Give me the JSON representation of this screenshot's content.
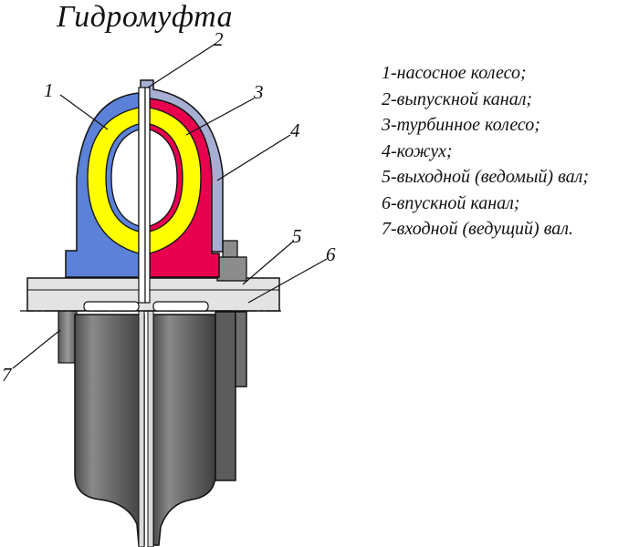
{
  "title": "Гидромуфта",
  "callouts": [
    "1",
    "2",
    "3",
    "4",
    "5",
    "6",
    "7"
  ],
  "legend": [
    "1-насосное колесо;",
    "2-выпускной канал;",
    "3-турбинное колесо;",
    "4-кожух;",
    "5-выходной (ведомый) вал;",
    "6-впускной канал;",
    "7-входной (ведущий) вал."
  ],
  "colors": {
    "pump_wheel": "#5b82d8",
    "fluid_ring": "#ffff00",
    "turbine_wheel": "#e8004e",
    "casing": "#a6aed2",
    "housing": "#6a6a6a",
    "shaft": "#e0e0e0"
  }
}
